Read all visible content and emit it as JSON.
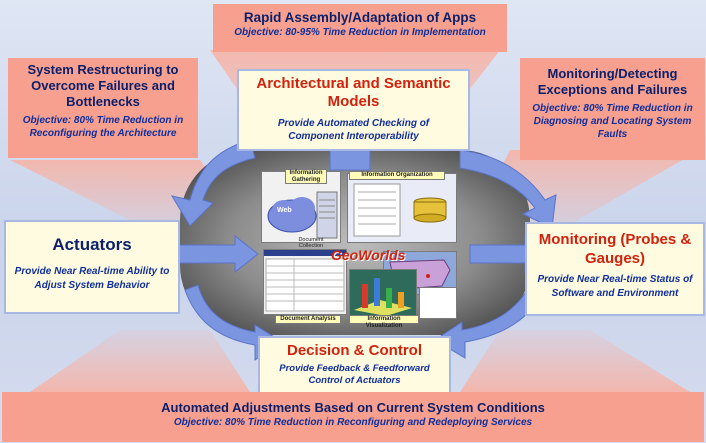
{
  "top": {
    "title": "Rapid Assembly/Adaptation of Apps",
    "objective": "Objective: 80-95% Time Reduction in Implementation"
  },
  "left_top": {
    "title": "System Restructuring to Overcome Failures and Bottlenecks",
    "objective": "Objective: 80% Time Reduction in Reconfiguring the Architecture"
  },
  "right_top": {
    "title": "Monitoring/Detecting Exceptions and Failures",
    "objective": "Objective: 80% Time Reduction in Diagnosing and Locating System Faults"
  },
  "models": {
    "title": "Architectural and Semantic Models",
    "subtitle": "Provide Automated Checking of Component Interoperability"
  },
  "actuators": {
    "title": "Actuators",
    "subtitle": "Provide Near Real-time Ability to Adjust System Behavior"
  },
  "monitoring": {
    "title": "Monitoring (Probes & Gauges)",
    "subtitle": "Provide Near Real-time Status of Software and Environment"
  },
  "decision": {
    "title": "Decision & Control",
    "subtitle": "Provide Feedback & Feedforward Control of Actuators"
  },
  "bottom": {
    "title": "Automated Adjustments Based on Current System Conditions",
    "objective": "Objective: 80% Time Reduction in Reconfiguring and Redeploying Services"
  },
  "center": {
    "logo": "GeoWorlds",
    "info_gathering": "Information Gathering",
    "info_organization": "Information Organization",
    "web": "Web",
    "doc_collection": "Document Collection",
    "doc_analysis": "Document Analysis",
    "info_visualization": "Information Visualization"
  },
  "colors": {
    "salmon": "#f7a08f",
    "cream": "#fffbe0",
    "arrow_blue": "#7b95e0",
    "title_red": "#d2220e",
    "title_navy": "#0b1f6b",
    "objective_blue": "#102f9c"
  }
}
